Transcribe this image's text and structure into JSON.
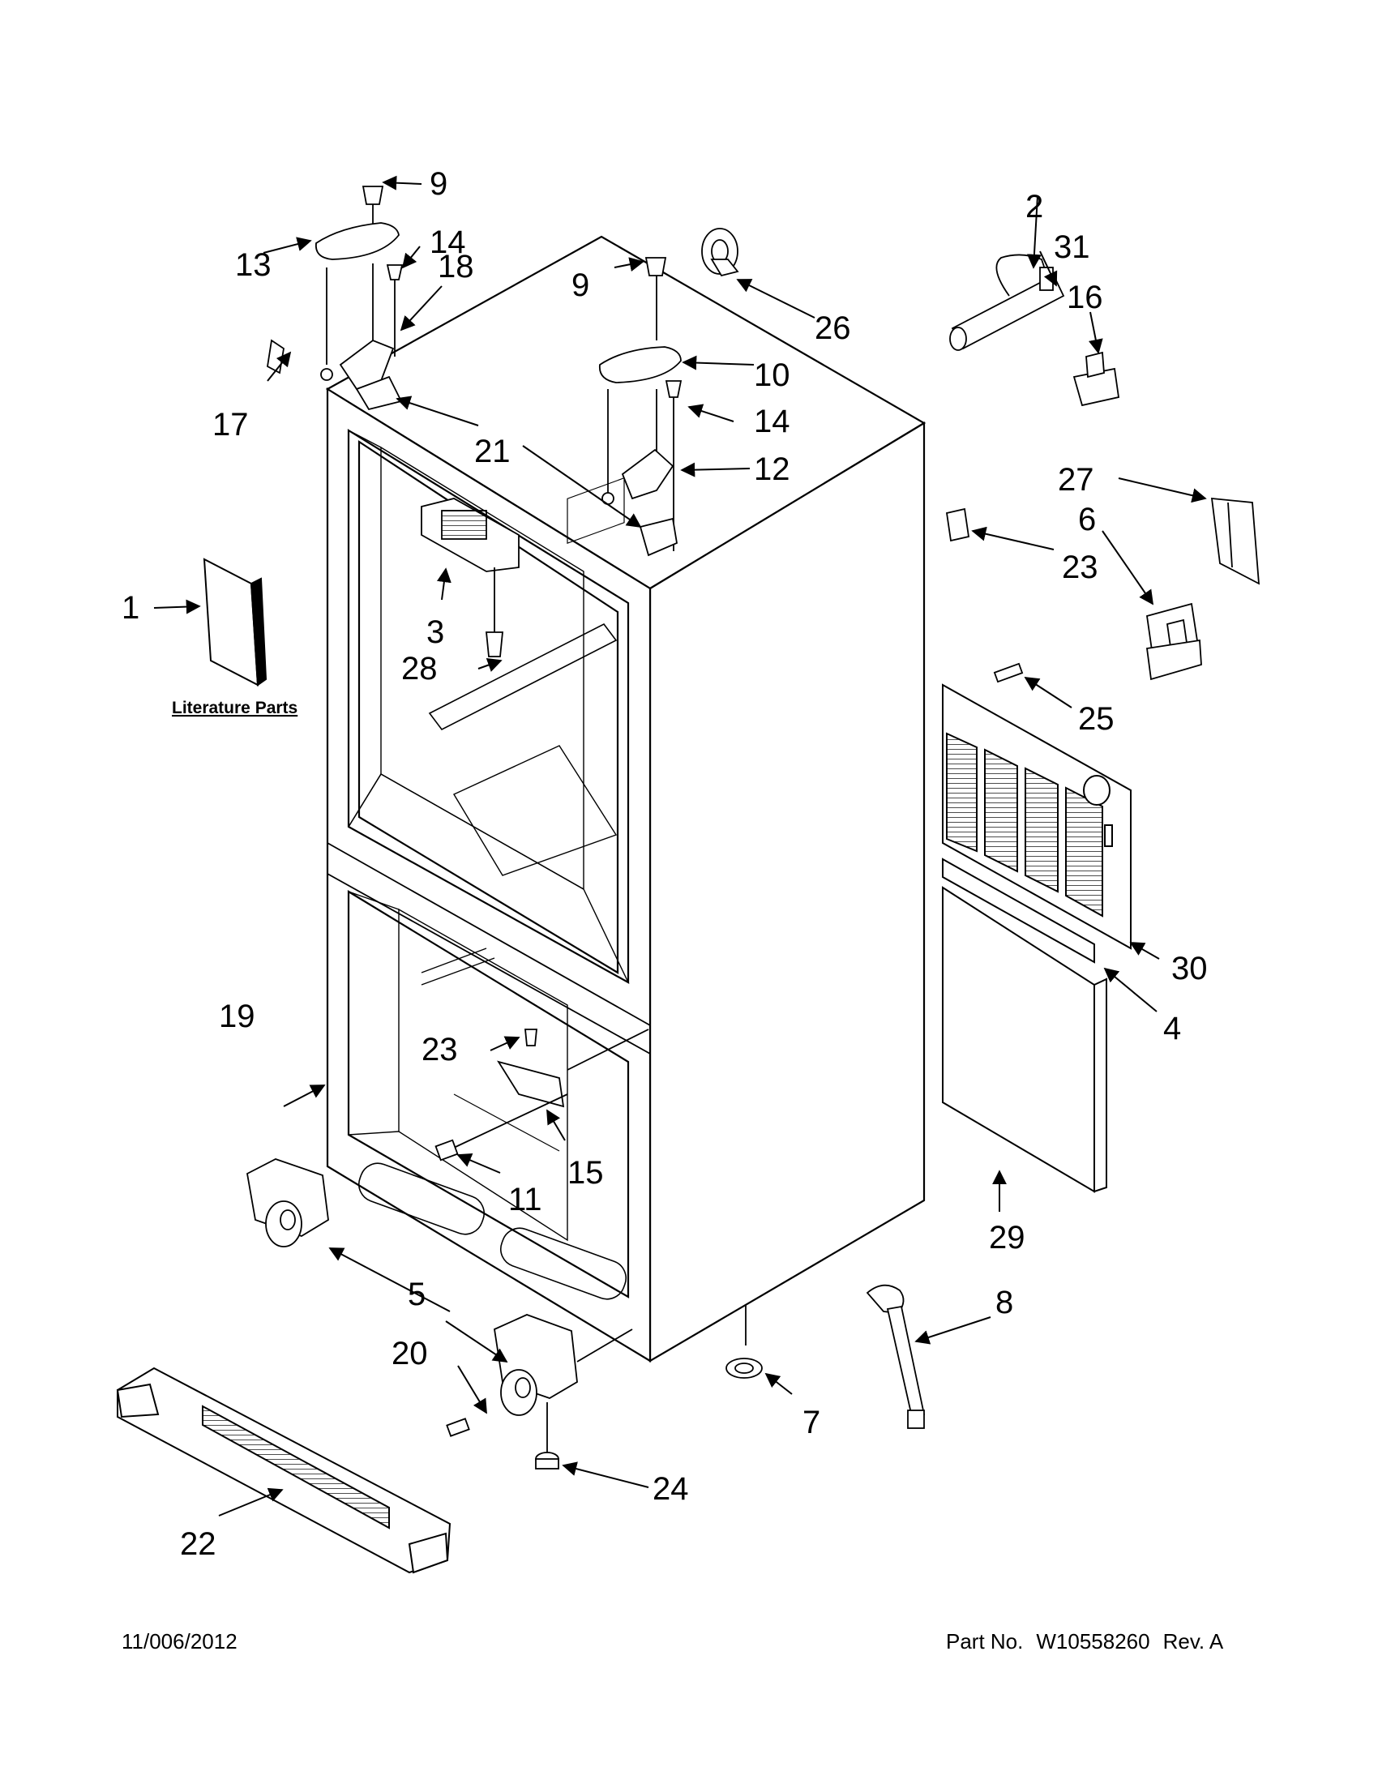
{
  "diagram": {
    "callouts": {
      "c1": "1",
      "c2": "2",
      "c3": "3",
      "c4": "4",
      "c5": "5",
      "c6": "6",
      "c7": "7",
      "c8": "8",
      "c9a": "9",
      "c9b": "9",
      "c10": "10",
      "c11": "11",
      "c12": "12",
      "c13": "13",
      "c14a": "14",
      "c14b": "14",
      "c15": "15",
      "c16": "16",
      "c17": "17",
      "c18": "18",
      "c19": "19",
      "c20": "20",
      "c21": "21",
      "c22": "22",
      "c23a": "23",
      "c23b": "23",
      "c24": "24",
      "c25": "25",
      "c26": "26",
      "c27": "27",
      "c28": "28",
      "c29": "29",
      "c30": "30",
      "c31": "31"
    },
    "literature_label": "Literature Parts"
  },
  "footer": {
    "date": "11/006/2012",
    "part_label": "Part No.",
    "part_number": "W10558260",
    "revision": "Rev.  A"
  }
}
